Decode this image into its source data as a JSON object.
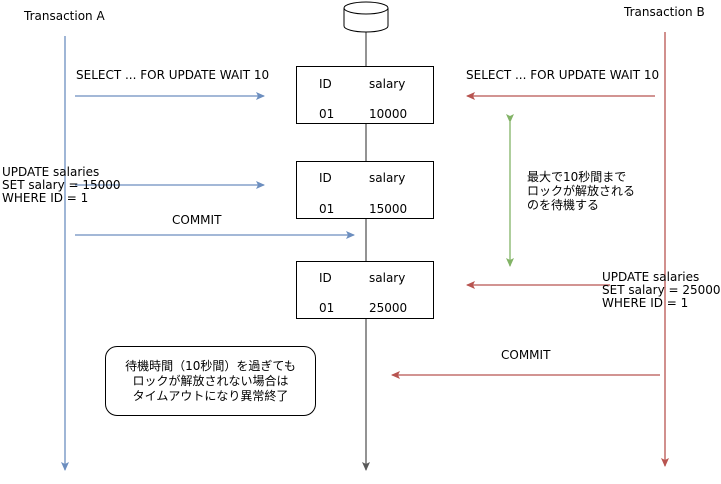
{
  "participants": {
    "a_label": "Transaction A",
    "b_label": "Transaction B"
  },
  "colors": {
    "transaction_a": "#6c8ebf",
    "transaction_b": "#b85450",
    "database": "#595959",
    "wait_indicator": "#82b366"
  },
  "messages": {
    "a_select": "SELECT ... FOR UPDATE WAIT 10",
    "b_select": "SELECT ... FOR UPDATE WAIT 10",
    "a_update": "UPDATE salaries\nSET salary = 15000\nWHERE ID = 1",
    "a_commit": "COMMIT",
    "b_update": "UPDATE salaries\nSET salary = 25000\nWHERE ID = 1",
    "b_commit": "COMMIT"
  },
  "wait_note": "最大で10秒間まで\nロックが解放される\nのを待機する",
  "timeout_note": "待機時間（10秒間）を過ぎても\nロックが解放されない場合は\nタイムアウトになり異常終了",
  "tables": [
    {
      "header_id": "ID",
      "header_salary": "salary",
      "row_id": "01",
      "row_salary": "10000"
    },
    {
      "header_id": "ID",
      "header_salary": "salary",
      "row_id": "01",
      "row_salary": "15000"
    },
    {
      "header_id": "ID",
      "header_salary": "salary",
      "row_id": "01",
      "row_salary": "25000"
    }
  ]
}
